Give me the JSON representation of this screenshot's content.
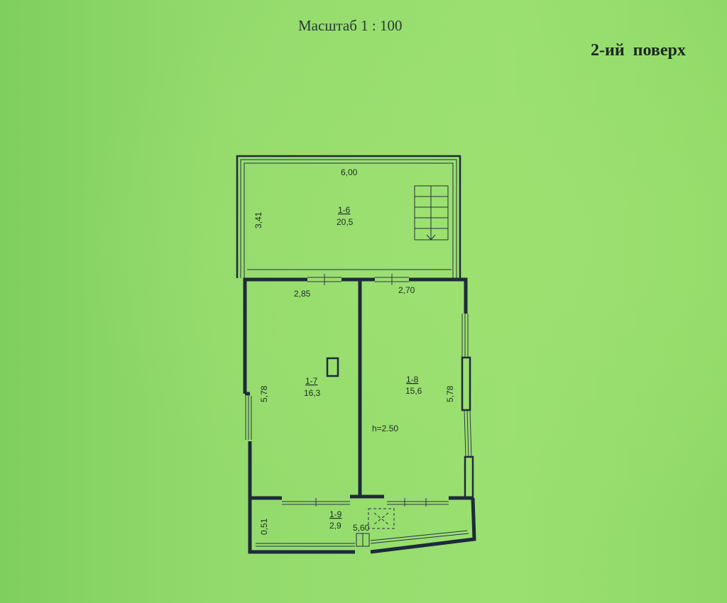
{
  "header": {
    "scale": "Масштаб 1 : 100",
    "floor": "2-ий  поверх"
  },
  "plan": {
    "rooms": [
      {
        "id": "1-6",
        "area": "20,5"
      },
      {
        "id": "1-7",
        "area": "16,3"
      },
      {
        "id": "1-8",
        "area": "15,6"
      },
      {
        "id": "1-9",
        "area": "2,9"
      }
    ],
    "dimensions": {
      "top_width": "6,00",
      "top_height": "3,41",
      "left_room_width": "2,85",
      "right_room_width": "2,70",
      "left_room_height": "5,78",
      "right_room_height": "5,78",
      "bottom_width": "5,60",
      "bottom_depth": "0,51"
    },
    "ceiling_height": "h=2.50"
  },
  "colors": {
    "background": "#8fd66a",
    "lines": "#1e2a3a"
  }
}
